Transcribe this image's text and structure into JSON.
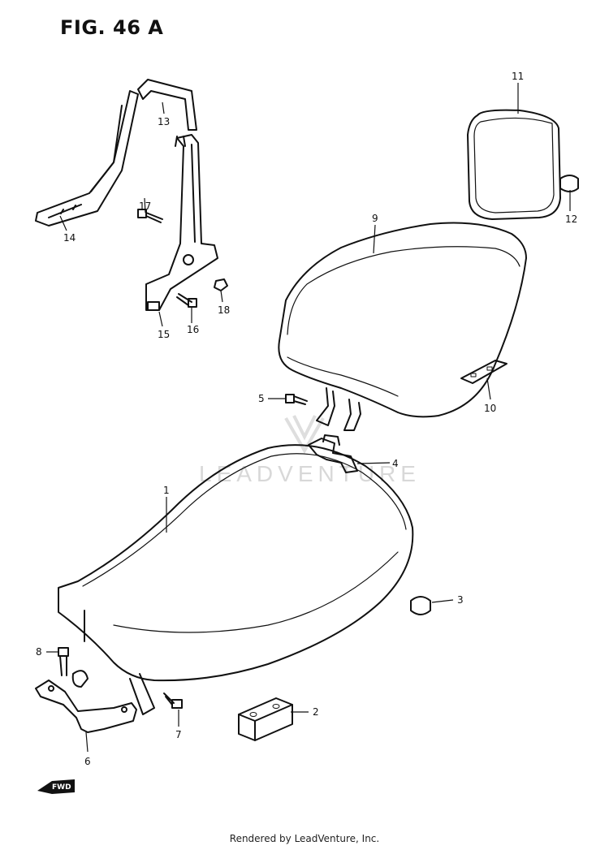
{
  "figure": {
    "title": "FIG. 46 A"
  },
  "footer": {
    "text": "Rendered by LeadVenture, Inc."
  },
  "watermark": {
    "text": "LEADVENTURE"
  },
  "fwd_marker": {
    "text": "FWD"
  },
  "colors": {
    "ink": "#111111",
    "watermark": "#cfcfcf"
  },
  "callouts": [
    {
      "id": "1",
      "label": "1"
    },
    {
      "id": "2",
      "label": "2"
    },
    {
      "id": "3",
      "label": "3"
    },
    {
      "id": "4",
      "label": "4"
    },
    {
      "id": "5",
      "label": "5"
    },
    {
      "id": "6",
      "label": "6"
    },
    {
      "id": "7",
      "label": "7"
    },
    {
      "id": "8",
      "label": "8"
    },
    {
      "id": "9",
      "label": "9"
    },
    {
      "id": "10",
      "label": "10"
    },
    {
      "id": "11",
      "label": "11"
    },
    {
      "id": "12",
      "label": "12"
    },
    {
      "id": "13",
      "label": "13"
    },
    {
      "id": "14",
      "label": "14"
    },
    {
      "id": "15",
      "label": "15"
    },
    {
      "id": "16",
      "label": "16"
    },
    {
      "id": "17",
      "label": "17"
    },
    {
      "id": "18",
      "label": "18"
    }
  ]
}
